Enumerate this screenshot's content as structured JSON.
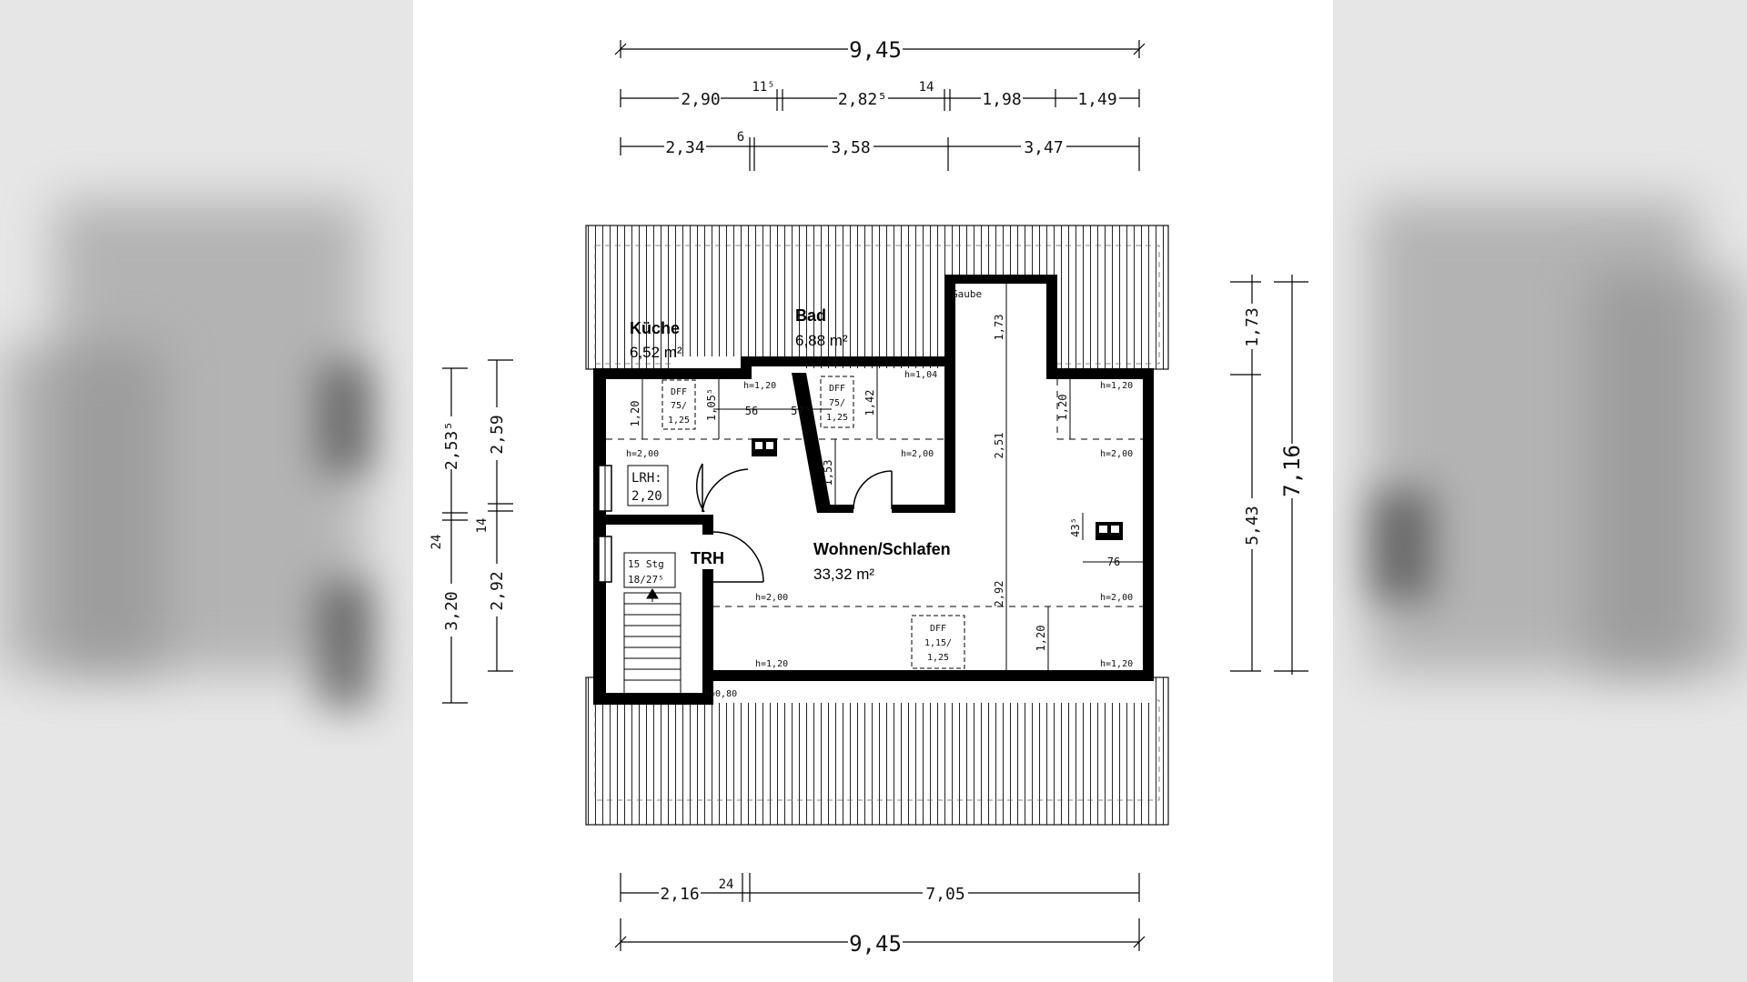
{
  "rooms": {
    "kueche": {
      "name": "Küche",
      "area": "6,52 m²"
    },
    "bad": {
      "name": "Bad",
      "area": "6,88 m²"
    },
    "wohnen": {
      "name": "Wohnen/Schlafen",
      "area": "33,32 m²"
    },
    "trh": {
      "name": "TRH"
    },
    "gaube": {
      "name": "Gaube"
    }
  },
  "notes": {
    "lrh_1": "LRH:",
    "lrh_2": "2,20",
    "stairs_1": "15 Stg",
    "stairs_2": "18/27⁵",
    "dff1": [
      "DFF",
      "75/",
      "1,25"
    ],
    "dff2": [
      "DFF",
      "75/",
      "1,25"
    ],
    "dff3": [
      "DFF",
      "1,15/",
      "1,25"
    ]
  },
  "heights": {
    "h1": "h=1,20",
    "h2": "h=1,04",
    "h3": "h=1,20",
    "h4": "h=2,00",
    "h5": "h=2,00",
    "h6": "h=2,00",
    "h7": "h=2,00",
    "h8": "h=2,00",
    "h9": "h=1,20",
    "h10": "h=1,20",
    "h11": "h=0,80"
  },
  "dims_top": {
    "total": "9,45",
    "row2": [
      "2,90",
      "11⁵",
      "2,82⁵",
      "14",
      "1,98",
      "1,49"
    ],
    "row3": [
      "2,34",
      "6",
      "3,58",
      "3,47"
    ]
  },
  "dims_bottom": {
    "row1": [
      "2,16",
      "24",
      "7,05"
    ],
    "total": "9,45"
  },
  "dims_left": {
    "outer": [
      "2,53⁵",
      "24",
      "3,20"
    ],
    "inner": [
      "2,59",
      "14",
      "2,92"
    ]
  },
  "dims_right": {
    "inner": [
      "1,73",
      "5,43"
    ],
    "total": "7,16"
  },
  "interior_dims": {
    "kueche_h": "1,20",
    "w105": "1,05⁵",
    "w56": "56",
    "w57": "57⁵",
    "w142": "1,42",
    "w153": "1,53",
    "gaube_173": "1,73",
    "v251": "2,51",
    "v292": "2,92",
    "v120a": "1,20",
    "v120b": "1,20",
    "w43": "43⁵",
    "w76": "76"
  },
  "colors": {
    "wall": "#000000",
    "roof_line": "#111111",
    "background": "#ffffff"
  }
}
